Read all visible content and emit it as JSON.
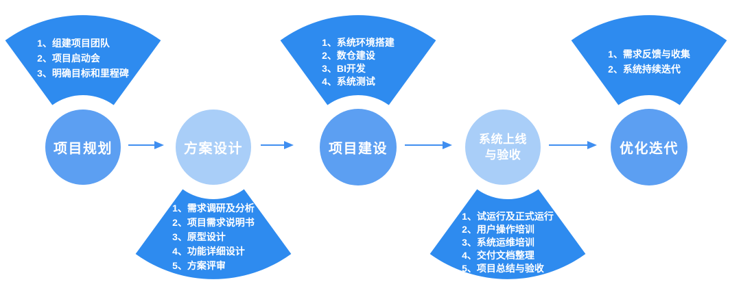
{
  "diagram": {
    "type": "process-flow",
    "background": "#ffffff",
    "colors": {
      "fan_fill": "#2E8BEF",
      "circle_primary": "#5C9FF2",
      "circle_secondary": "#A9CEF8",
      "arrow": "#3F8EF0",
      "text_on_blue": "#FFFFFF"
    },
    "stages": [
      {
        "label_lines": [
          "项目规划"
        ],
        "circle_color": "#5C9FF2",
        "fan_position": "top",
        "items": [
          "1、组建项目团队",
          "2、项目启动会",
          "3、明确目标和里程碑"
        ]
      },
      {
        "label_lines": [
          "方案设计"
        ],
        "circle_color": "#A9CEF8",
        "fan_position": "bottom",
        "items": [
          "1、需求调研及分析",
          "2、项目需求说明书",
          "3、原型设计",
          "4、功能详细设计",
          "5、方案评审"
        ]
      },
      {
        "label_lines": [
          "项目建设"
        ],
        "circle_color": "#5C9FF2",
        "fan_position": "top",
        "items": [
          "1、系统环境搭建",
          "2、数仓建设",
          "3、BI开发",
          "4、系统测试"
        ]
      },
      {
        "label_lines": [
          "系统上线",
          "与验收"
        ],
        "circle_color": "#A9CEF8",
        "fan_position": "bottom",
        "items": [
          "1、试运行及正式运行",
          "2、用户操作培训",
          "3、系统运维培训",
          "4、交付文档整理",
          "5、项目总结与验收"
        ]
      },
      {
        "label_lines": [
          "优化迭代"
        ],
        "circle_color": "#5C9FF2",
        "fan_position": "top",
        "items": [
          "1、需求反馈与收集",
          "2、系统持续迭代"
        ]
      }
    ]
  }
}
